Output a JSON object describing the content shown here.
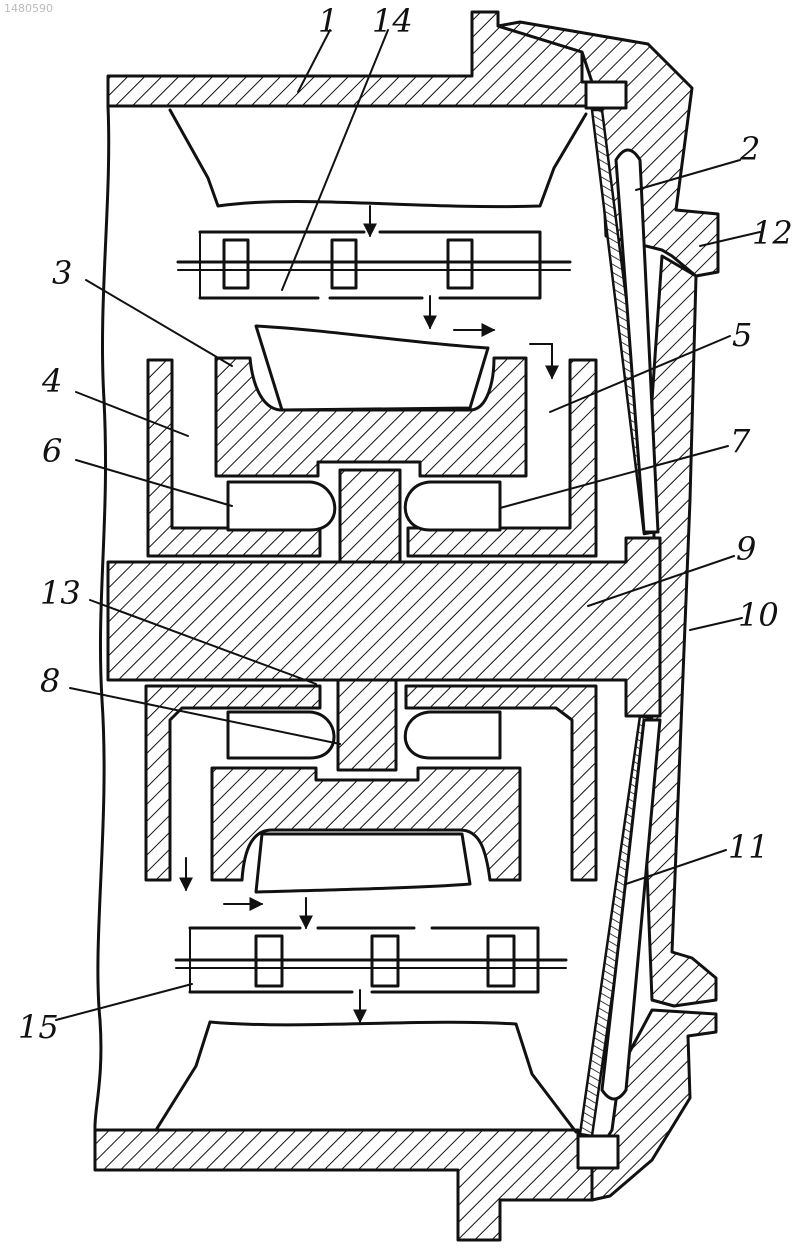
{
  "scan_id": "1480590",
  "callouts": [
    {
      "id": "c1",
      "label": "1"
    },
    {
      "id": "c2",
      "label": "2"
    },
    {
      "id": "c3",
      "label": "3"
    },
    {
      "id": "c4",
      "label": "4"
    },
    {
      "id": "c5",
      "label": "5"
    },
    {
      "id": "c6",
      "label": "6"
    },
    {
      "id": "c7",
      "label": "7"
    },
    {
      "id": "c8",
      "label": "8"
    },
    {
      "id": "c9",
      "label": "9"
    },
    {
      "id": "c10",
      "label": "10"
    },
    {
      "id": "c11",
      "label": "11"
    },
    {
      "id": "c12",
      "label": "12"
    },
    {
      "id": "c13",
      "label": "13"
    },
    {
      "id": "c14",
      "label": "14"
    },
    {
      "id": "c15",
      "label": "15"
    }
  ]
}
